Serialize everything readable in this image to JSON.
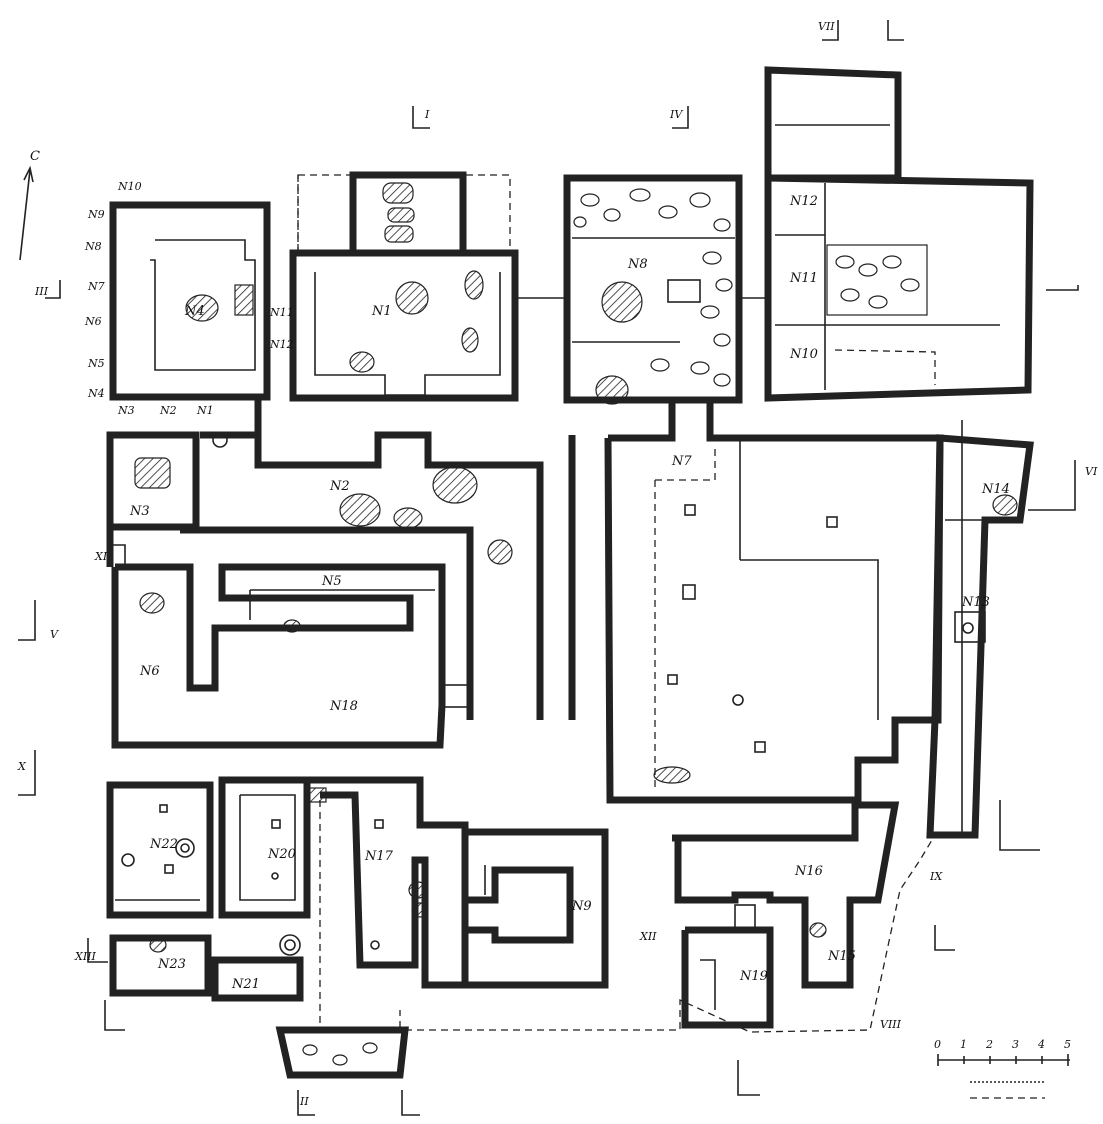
{
  "plan": {
    "north_label": "С",
    "room_labels": [
      "N1",
      "N2",
      "N3",
      "N4",
      "N5",
      "N6",
      "N7",
      "N8",
      "N9",
      "N10",
      "N11",
      "N12",
      "N13",
      "N14",
      "N15",
      "N16",
      "N17",
      "N18",
      "N19",
      "N20",
      "N21",
      "N22",
      "N23"
    ],
    "wall_labels": [
      "N10",
      "N9",
      "N8",
      "N7",
      "N6",
      "N5",
      "N4",
      "N3",
      "N2",
      "N1",
      "N11",
      "N12"
    ],
    "section_labels": [
      "I",
      "II",
      "III",
      "IV",
      "V",
      "VI",
      "VII",
      "VIII",
      "IX",
      "X",
      "XI",
      "XII",
      "XIII"
    ],
    "scale": {
      "ticks": [
        "0",
        "1",
        "2",
        "3",
        "4",
        "5"
      ]
    }
  }
}
